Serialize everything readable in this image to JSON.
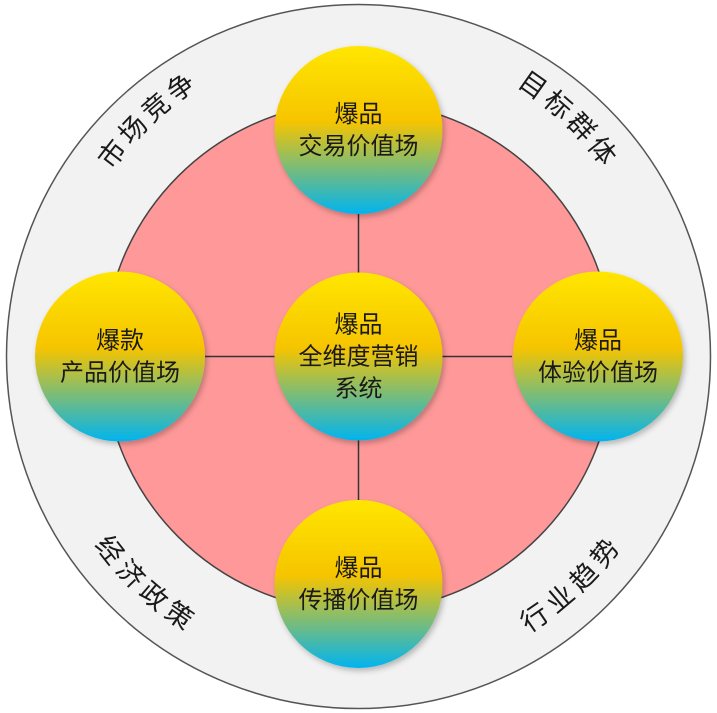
{
  "diagram": {
    "center": {
      "lines": [
        "爆品",
        "全维度营销",
        "系统"
      ]
    },
    "nodes": [
      {
        "id": "top",
        "lines": [
          "爆品",
          "交易价值场"
        ]
      },
      {
        "id": "right",
        "lines": [
          "爆品",
          "体验价值场"
        ]
      },
      {
        "id": "bottom",
        "lines": [
          "爆品",
          "传播价值场"
        ]
      },
      {
        "id": "left",
        "lines": [
          "爆款",
          "产品价值场"
        ]
      }
    ],
    "ring_labels": [
      {
        "id": "top-left",
        "text": "市场竞争"
      },
      {
        "id": "top-right",
        "text": "目标群体"
      },
      {
        "id": "bottom-right",
        "text": "行业趋势"
      },
      {
        "id": "bottom-left",
        "text": "经济政策"
      }
    ],
    "colors": {
      "outer_ring": "#f2f2f2",
      "inner_disc": "#ff9999",
      "bubble_top": "#ffe600",
      "bubble_mid": "#f6c400",
      "bubble_bottom": "#00b4f0"
    }
  }
}
